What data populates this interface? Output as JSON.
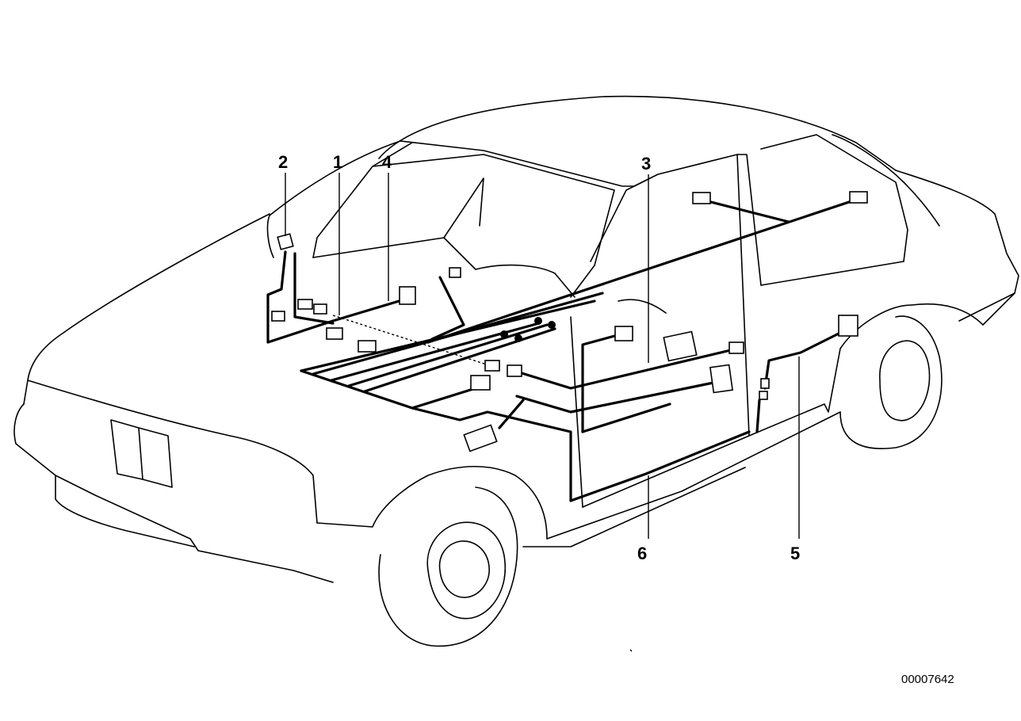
{
  "diagram": {
    "callouts": [
      {
        "id": "1",
        "label": "1"
      },
      {
        "id": "2",
        "label": "2"
      },
      {
        "id": "3",
        "label": "3"
      },
      {
        "id": "4",
        "label": "4"
      },
      {
        "id": "5",
        "label": "5"
      },
      {
        "id": "6",
        "label": "6"
      }
    ],
    "document_number": "00007642"
  }
}
